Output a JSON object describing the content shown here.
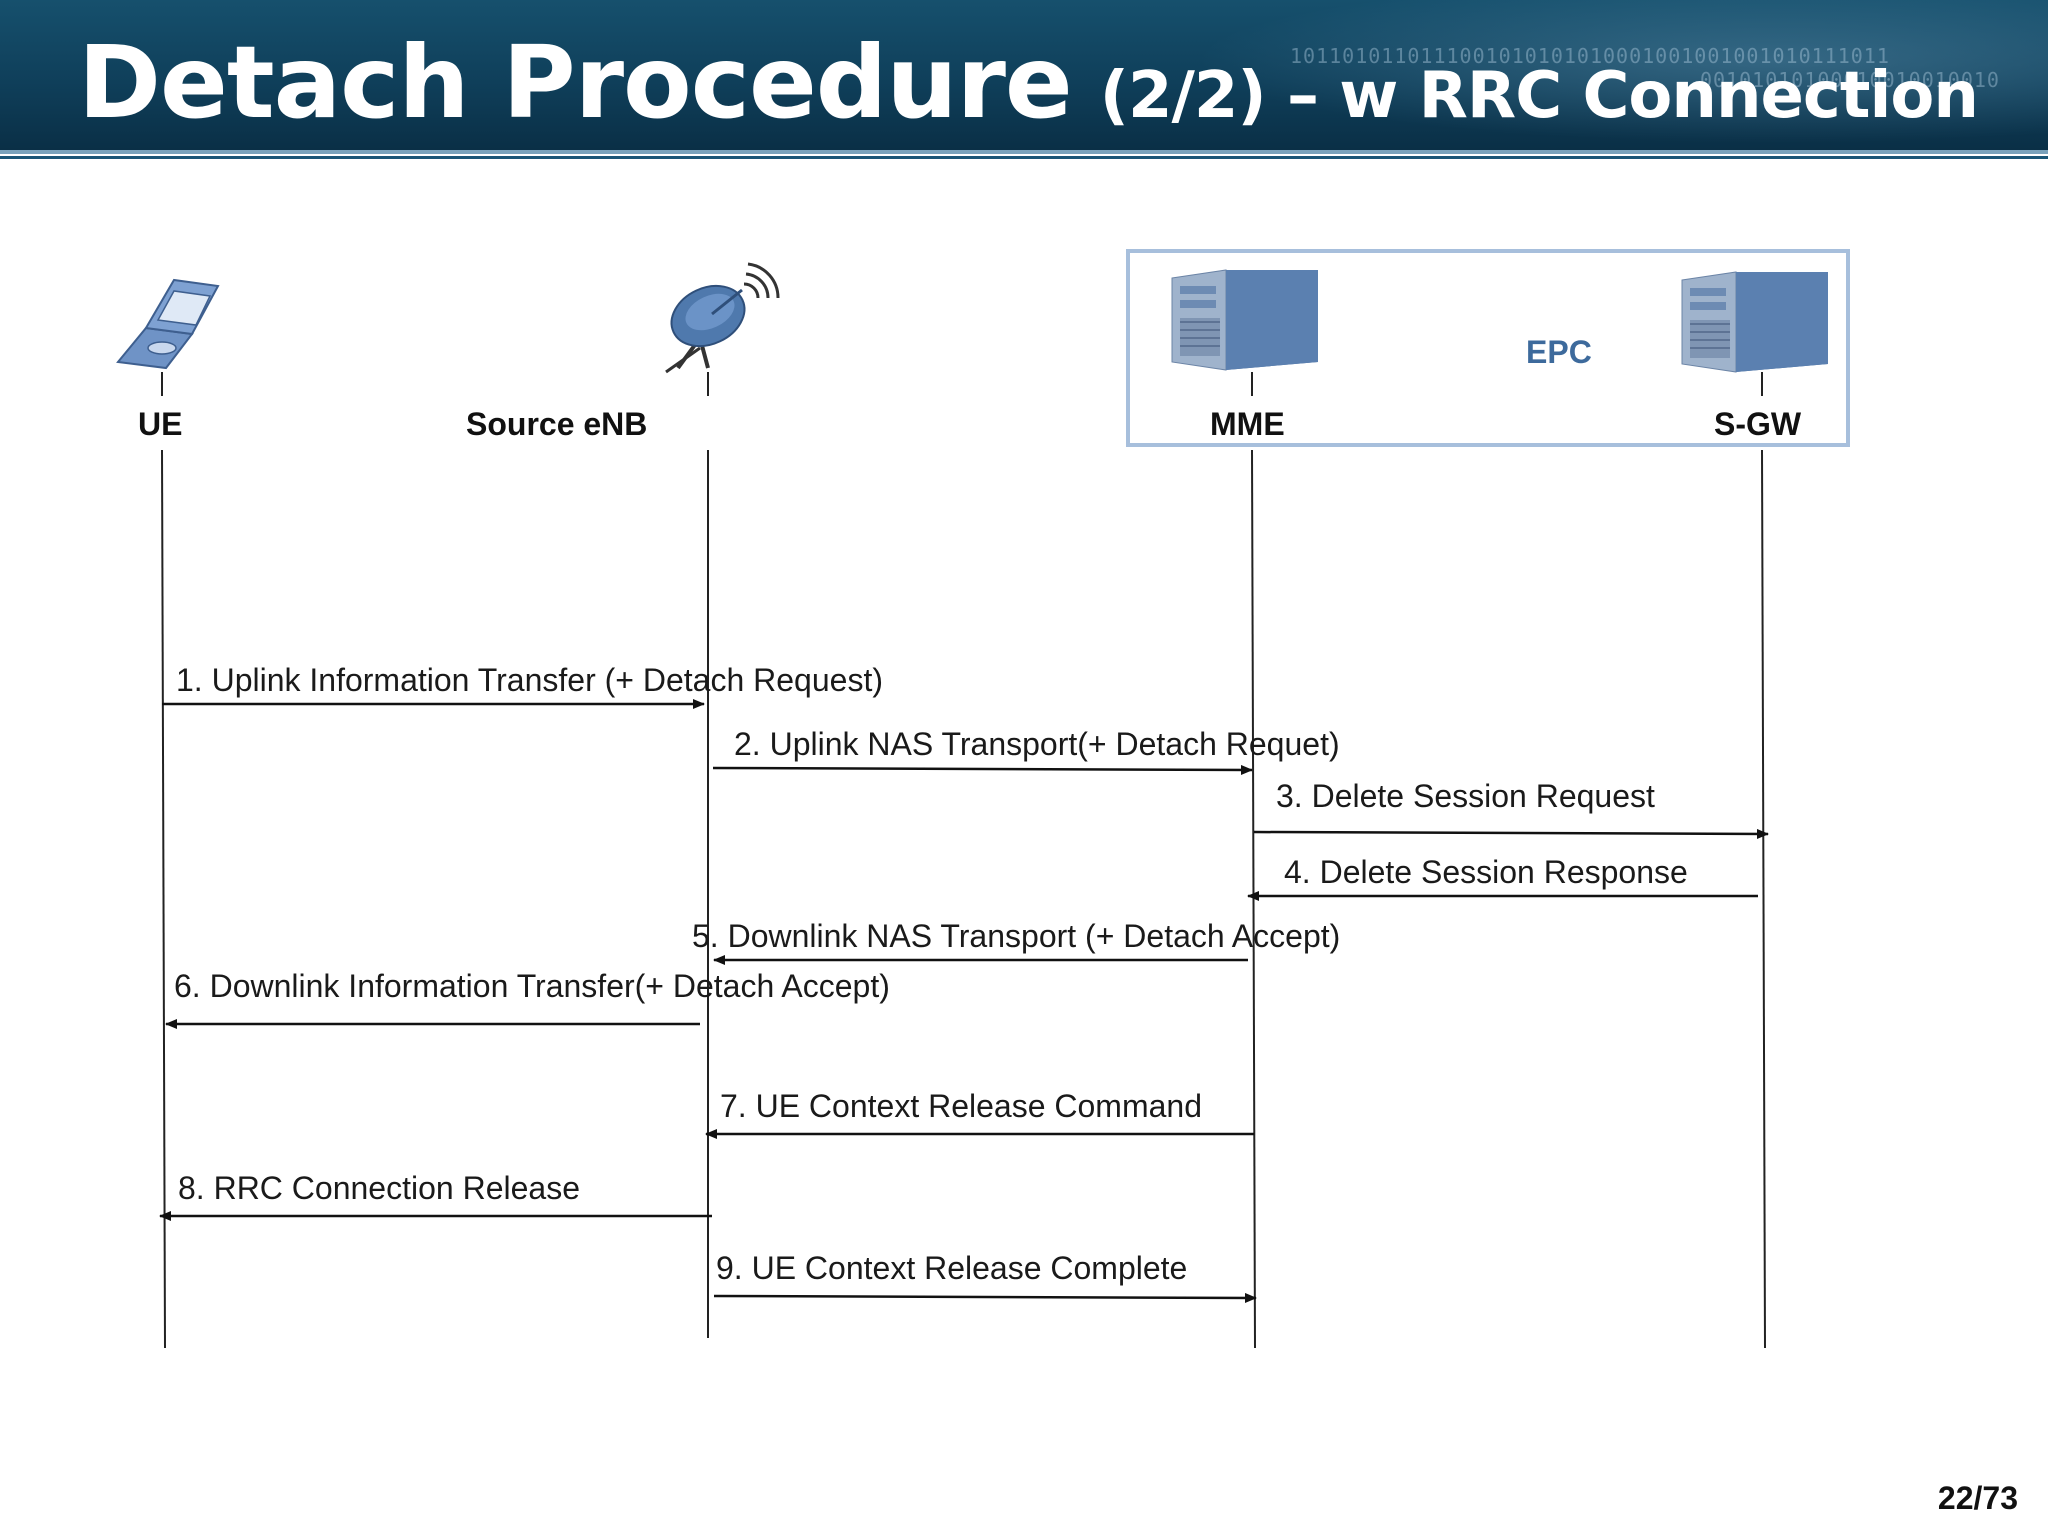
{
  "header": {
    "title_main": "Detach Procedure",
    "title_sub": "(2/2) – w RRC Connection",
    "binary_line_1": "1011010110111001010101010001001001001010111011",
    "binary_line_2": "00101010100010010010010"
  },
  "epc_group": {
    "label": "EPC"
  },
  "entities": [
    {
      "id": "ue",
      "label": "UE",
      "icon": "mobile-phone-icon"
    },
    {
      "id": "source-enb",
      "label": "Source eNB",
      "icon": "satellite-dish-icon"
    },
    {
      "id": "mme",
      "label": "MME",
      "icon": "server-icon"
    },
    {
      "id": "sgw",
      "label": "S-GW",
      "icon": "server-icon"
    }
  ],
  "messages": [
    {
      "label": "1. Uplink Information Transfer (+ Detach Request)",
      "from": "ue",
      "to": "source-enb"
    },
    {
      "label": "2. Uplink NAS Transport(+ Detach Requet)",
      "from": "source-enb",
      "to": "mme"
    },
    {
      "label": "3. Delete Session Request",
      "from": "mme",
      "to": "sgw"
    },
    {
      "label": "4. Delete Session Response",
      "from": "sgw",
      "to": "mme"
    },
    {
      "label": "5. Downlink NAS Transport (+ Detach Accept)",
      "from": "mme",
      "to": "source-enb"
    },
    {
      "label": "6. Downlink Information Transfer(+ Detach Accept)",
      "from": "source-enb",
      "to": "ue"
    },
    {
      "label": "7. UE Context Release Command",
      "from": "mme",
      "to": "source-enb"
    },
    {
      "label": "8. RRC Connection Release",
      "from": "source-enb",
      "to": "ue"
    },
    {
      "label": "9. UE Context Release Complete",
      "from": "source-enb",
      "to": "mme"
    }
  ],
  "footer": {
    "page_number": "22/73"
  },
  "colors": {
    "header_bg": "#0f3f5a",
    "epc_border": "#a7bfdc",
    "epc_text": "#3d6a9c",
    "server_blue": "#5a7fad"
  }
}
